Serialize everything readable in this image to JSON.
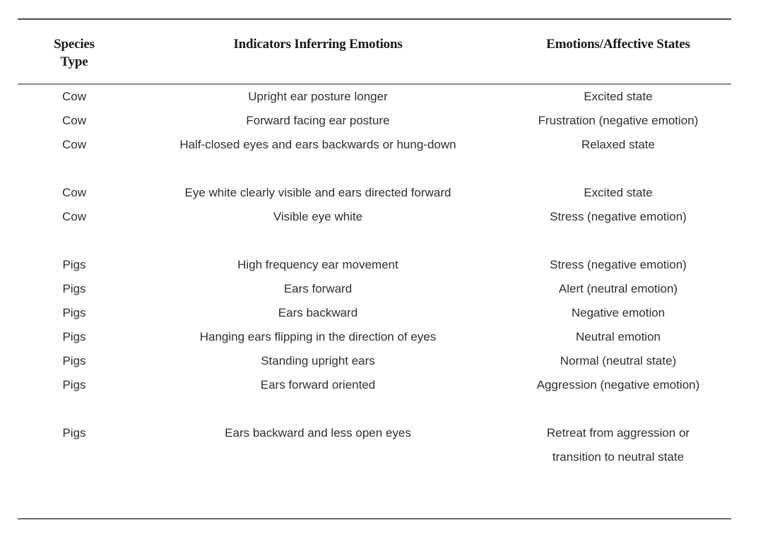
{
  "table": {
    "columns": [
      {
        "id": "species-type",
        "lines": [
          "Species",
          "Type"
        ]
      },
      {
        "id": "indicators",
        "lines": [
          "Indicators Inferring Emotions"
        ]
      },
      {
        "id": "emotions",
        "lines": [
          "Emotions/Affective States"
        ]
      }
    ],
    "rows": [
      {
        "species": "Cow",
        "indicator": "Upright ear posture longer",
        "emotion_lines": [
          "Excited state"
        ]
      },
      {
        "species": "Cow",
        "indicator": "Forward facing ear posture",
        "emotion_lines": [
          "Frustration (negative emotion)"
        ]
      },
      {
        "species": "Cow",
        "indicator": "Half-closed eyes and ears backwards or hung-down",
        "emotion_lines": [
          "Relaxed state"
        ]
      },
      {
        "spacer": true,
        "species": "",
        "indicator": "",
        "emotion_lines": [
          ""
        ]
      },
      {
        "species": "Cow",
        "indicator": "Eye white clearly visible and ears directed forward",
        "emotion_lines": [
          "Excited state"
        ]
      },
      {
        "species": "Cow",
        "indicator": "Visible eye white",
        "emotion_lines": [
          "Stress (negative emotion)"
        ]
      },
      {
        "spacer": true,
        "species": "",
        "indicator": "",
        "emotion_lines": [
          ""
        ]
      },
      {
        "species": "Pigs",
        "indicator": "High frequency ear movement",
        "emotion_lines": [
          "Stress (negative emotion)"
        ]
      },
      {
        "species": "Pigs",
        "indicator": "Ears forward",
        "emotion_lines": [
          "Alert (neutral emotion)"
        ]
      },
      {
        "species": "Pigs",
        "indicator": "Ears backward",
        "emotion_lines": [
          "Negative emotion"
        ]
      },
      {
        "species": "Pigs",
        "indicator": "Hanging ears flipping in the direction of eyes",
        "emotion_lines": [
          "Neutral emotion"
        ]
      },
      {
        "species": "Pigs",
        "indicator": "Standing upright ears",
        "emotion_lines": [
          "Normal (neutral state)"
        ]
      },
      {
        "species": "Pigs",
        "indicator": "Ears forward oriented",
        "emotion_lines": [
          "Aggression (negative emotion)"
        ]
      },
      {
        "spacer": true,
        "species": "",
        "indicator": "",
        "emotion_lines": [
          ""
        ]
      },
      {
        "tall": true,
        "species": "Pigs",
        "indicator": "Ears backward and less open eyes",
        "emotion_lines": [
          "Retreat from aggression or",
          "transition to neutral state"
        ]
      }
    ]
  },
  "style": {
    "rule_top_color": "#4a4a4a",
    "rule_header_color": "#8a8a8a",
    "rule_bottom_color": "#6f6f6f",
    "header_text_color": "#1a1a1a",
    "body_text_color": "#2f2f2f",
    "background": "#ffffff"
  }
}
